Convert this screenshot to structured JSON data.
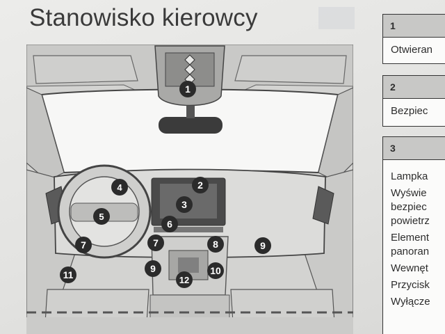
{
  "title": "Stanowisko kierowcy",
  "callouts": [
    "1",
    "2",
    "3",
    "4",
    "5",
    "6",
    "7",
    "7",
    "8",
    "9",
    "9",
    "10",
    "11",
    "12"
  ],
  "table": [
    {
      "num": "1",
      "rows": [
        "Otwieran"
      ]
    },
    {
      "num": "2",
      "rows": [
        "Bezpiec"
      ]
    },
    {
      "num": "3",
      "rows": [
        "Lampka",
        "Wyświe",
        "bezpiec",
        "powietrz",
        "Element",
        "panoran",
        "Wewnęt",
        "Przycisk",
        "Wyłącze"
      ]
    }
  ]
}
